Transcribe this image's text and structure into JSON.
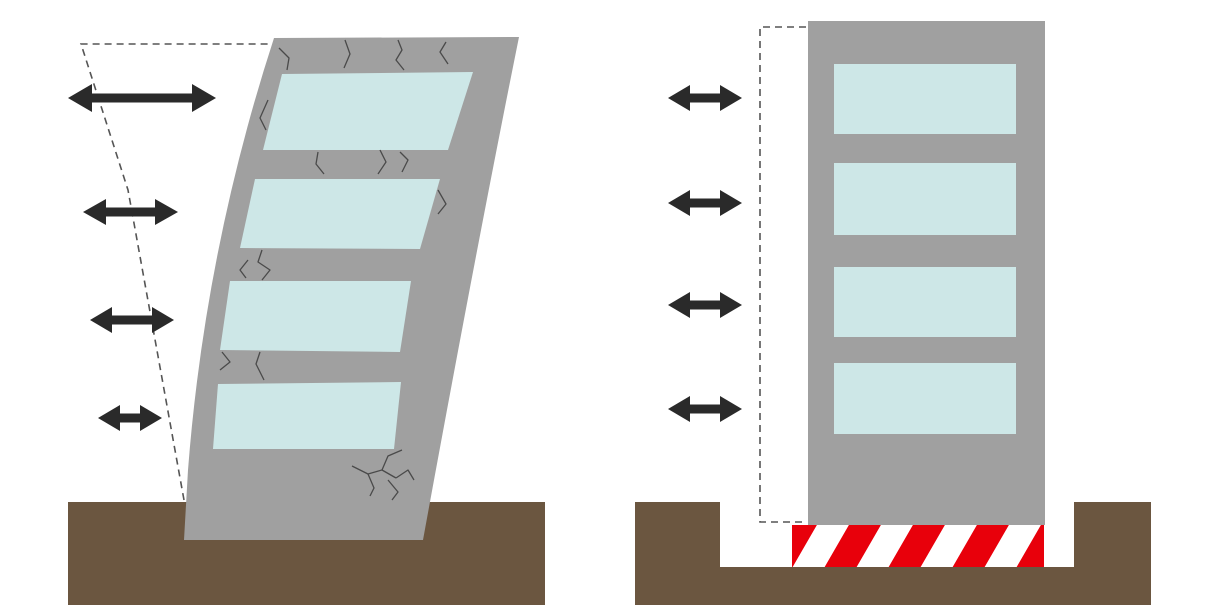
{
  "diagram": {
    "panels": [
      {
        "id": "conventional",
        "building": "deformed-cracked",
        "storeys": 4,
        "force_arrows": 4,
        "has_cracks": true,
        "has_isolation_layer": false
      },
      {
        "id": "base-isolated",
        "building": "upright-intact",
        "storeys": 4,
        "force_arrows": 4,
        "has_cracks": false,
        "has_isolation_layer": true
      }
    ],
    "colors": {
      "ground": "#6b5640",
      "building": "#a0a0a0",
      "window": "#cde7e7",
      "arrow": "#2a2a2a",
      "crack": "#4a4a4a",
      "dashed_outline": "#555555",
      "isolator_red": "#e8000b",
      "isolator_white": "#ffffff"
    },
    "icons": [
      "double-arrow-icon",
      "crack-mark"
    ]
  }
}
